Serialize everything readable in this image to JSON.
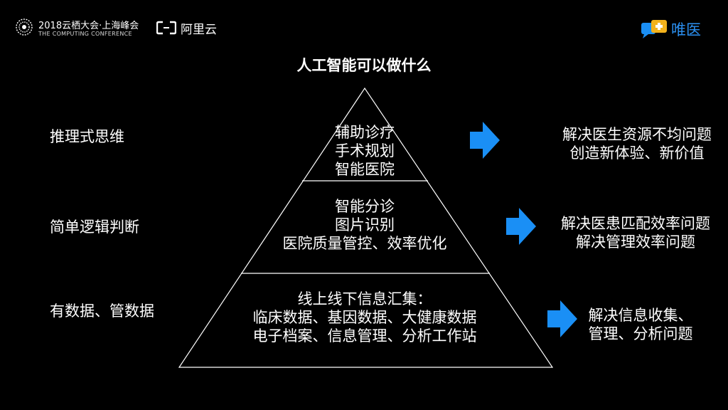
{
  "header": {
    "event_title": "2018云栖大会·上海峰会",
    "event_subtitle": "THE COMPUTING CONFERENCE",
    "partner_logo_text": "阿里云",
    "brand_logo_text": "唯医"
  },
  "title": "人工智能可以做什么",
  "tiers": [
    {
      "left_label": "推理式思维",
      "items": [
        "辅助诊疗",
        "手术规划",
        "智能医院"
      ],
      "outcome": [
        "解决医生资源不均问题",
        "创造新体验、新价值"
      ]
    },
    {
      "left_label": "简单逻辑判断",
      "items": [
        "智能分诊",
        "图片识别",
        "医院质量管控、效率优化"
      ],
      "outcome": [
        "解决医患匹配效率问题",
        "解决管理效率问题"
      ]
    },
    {
      "left_label": "有数据、管数据",
      "items": [
        "线上线下信息汇集：",
        "临床数据、基因数据、大健康数据",
        "电子档案、信息管理、分析工作站"
      ],
      "outcome": [
        "解决信息收集、",
        "管理、分析问题"
      ]
    }
  ],
  "colors": {
    "background": "#000000",
    "text": "#ffffff",
    "arrow": "#1a8ff5",
    "brand": "#2b8ff0"
  },
  "icons": {
    "event_logo": "computing-conference-logo-icon",
    "partner_logo": "aliyun-logo-icon",
    "brand_logo": "weiyi-logo-icon",
    "arrow": "arrow-right-icon"
  }
}
